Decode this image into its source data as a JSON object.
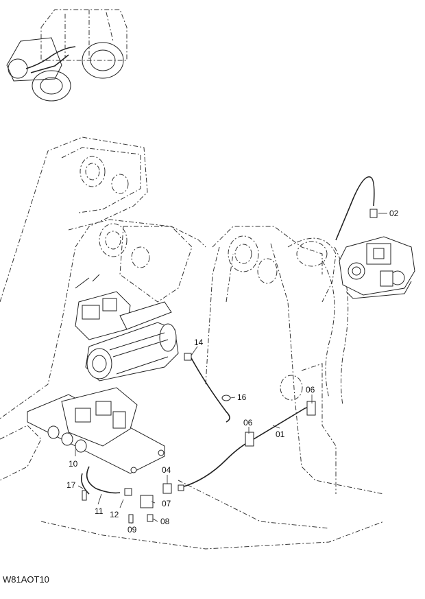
{
  "drawing_code": "W81AOT10",
  "callouts": [
    {
      "id": "p02",
      "text": "02"
    },
    {
      "id": "p14",
      "text": "14"
    },
    {
      "id": "p16",
      "text": "16"
    },
    {
      "id": "p06a",
      "text": "06"
    },
    {
      "id": "p06b",
      "text": "06"
    },
    {
      "id": "p01",
      "text": "01"
    },
    {
      "id": "p10",
      "text": "10"
    },
    {
      "id": "p04",
      "text": "04"
    },
    {
      "id": "p17",
      "text": "17"
    },
    {
      "id": "p07",
      "text": "07"
    },
    {
      "id": "p11",
      "text": "11"
    },
    {
      "id": "p12",
      "text": "12"
    },
    {
      "id": "p08",
      "text": "08"
    },
    {
      "id": "p09",
      "text": "09"
    }
  ]
}
